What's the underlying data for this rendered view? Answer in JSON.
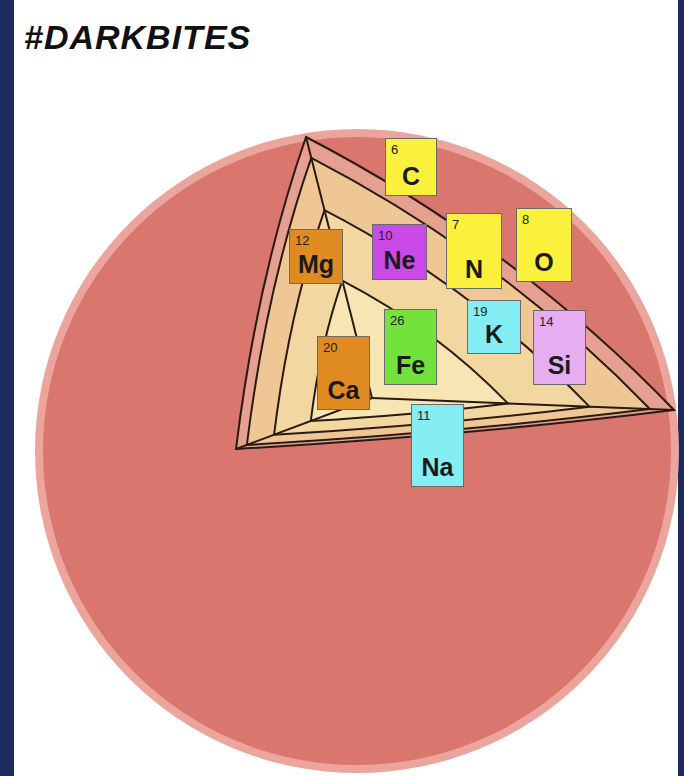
{
  "diagram": {
    "title": "#DARKBITES",
    "nodes": [
      {
        "text": [
          "6",
          "C"
        ]
      },
      {
        "text": [
          "12",
          "Mg"
        ]
      },
      {
        "text": [
          "10",
          "Ne"
        ]
      },
      {
        "text": [
          "7",
          "N"
        ]
      },
      {
        "text": [
          "8",
          "O"
        ]
      },
      {
        "text": [
          "26",
          "Fe"
        ]
      },
      {
        "text": [
          "19",
          "K"
        ]
      },
      {
        "text": [
          "14",
          "Si"
        ]
      },
      {
        "text": [
          "20",
          "Ca"
        ]
      },
      {
        "text": [
          "11",
          "Na"
        ]
      }
    ]
  }
}
